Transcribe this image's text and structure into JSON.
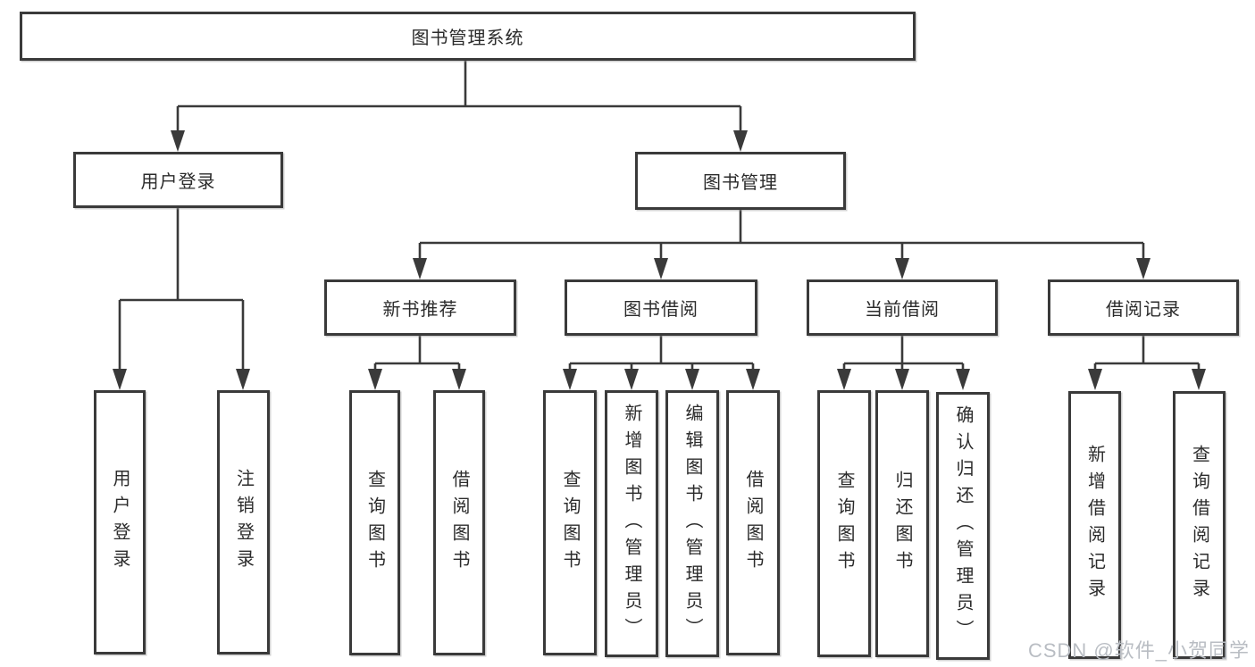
{
  "title": "图书管理系统",
  "level2": [
    {
      "id": "user-login",
      "label": "用户登录"
    },
    {
      "id": "book-management",
      "label": "图书管理"
    }
  ],
  "level3": [
    {
      "id": "new-book-recommend",
      "label": "新书推荐",
      "parent": "图书管理"
    },
    {
      "id": "book-borrow",
      "label": "图书借阅",
      "parent": "图书管理"
    },
    {
      "id": "current-borrow",
      "label": "当前借阅",
      "parent": "图书管理"
    },
    {
      "id": "borrow-records",
      "label": "借阅记录",
      "parent": "图书管理"
    }
  ],
  "leaves": [
    {
      "id": "user-login-leaf",
      "label": "用户登录",
      "parent": "用户登录"
    },
    {
      "id": "logout-leaf",
      "label": "注销登录",
      "parent": "用户登录"
    },
    {
      "id": "query-books-recommend",
      "label": "查询图书",
      "parent": "新书推荐"
    },
    {
      "id": "borrow-books-recommend",
      "label": "借阅图书",
      "parent": "新书推荐"
    },
    {
      "id": "query-books-borrow",
      "label": "查询图书",
      "parent": "图书借阅"
    },
    {
      "id": "add-books-admin",
      "label": "新增图书（管理员）",
      "parent": "图书借阅"
    },
    {
      "id": "edit-books-admin",
      "label": "编辑图书（管理员）",
      "parent": "图书借阅"
    },
    {
      "id": "borrow-books-borrow",
      "label": "借阅图书",
      "parent": "图书借阅"
    },
    {
      "id": "query-books-current",
      "label": "查询图书",
      "parent": "当前借阅"
    },
    {
      "id": "return-books",
      "label": "归还图书",
      "parent": "当前借阅"
    },
    {
      "id": "confirm-return-admin",
      "label": "确认归还（管理员）",
      "parent": "当前借阅"
    },
    {
      "id": "add-borrow-record",
      "label": "新增借阅记录",
      "parent": "借阅记录"
    },
    {
      "id": "query-borrow-record",
      "label": "查询借阅记录",
      "parent": "借阅记录"
    }
  ],
  "watermark": "CSDN @软件_小贺同学",
  "colors": {
    "line": "#3a3a3a",
    "border": "#3a3a3a",
    "fill": "#ffffff",
    "text": "#2b2b2b",
    "watermark": "#b9bdc3"
  }
}
